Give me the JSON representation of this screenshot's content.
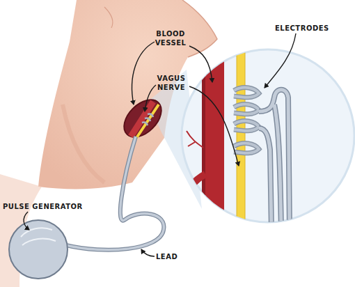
{
  "diagram": {
    "labels": [
      "ELECTRODES",
      "BLOOD VESSEL",
      "VAGUS NERVE",
      "PULSE GENERATOR",
      "LEAD"
    ]
  }
}
